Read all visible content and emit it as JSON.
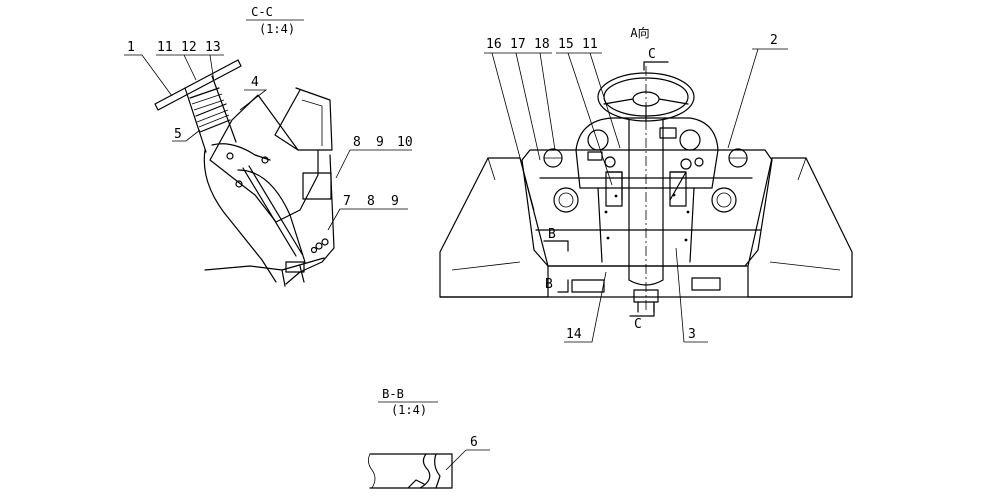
{
  "views": {
    "cc": {
      "title": "C-C",
      "scale": "(1:4)"
    },
    "bb": {
      "title": "B-B",
      "scale": "(1:4)"
    },
    "a": {
      "title": "A向"
    }
  },
  "section_marks": {
    "c": "C",
    "b": "B"
  },
  "callouts": {
    "n1": "1",
    "n2": "2",
    "n3": "3",
    "n4": "4",
    "n5": "5",
    "n6": "6",
    "n7": "7",
    "n8": "8",
    "n9": "9",
    "n10": "10",
    "n11": "11",
    "n12": "12",
    "n13": "13",
    "n14": "14",
    "n15": "15",
    "n16": "16",
    "n17": "17",
    "n18": "18"
  }
}
